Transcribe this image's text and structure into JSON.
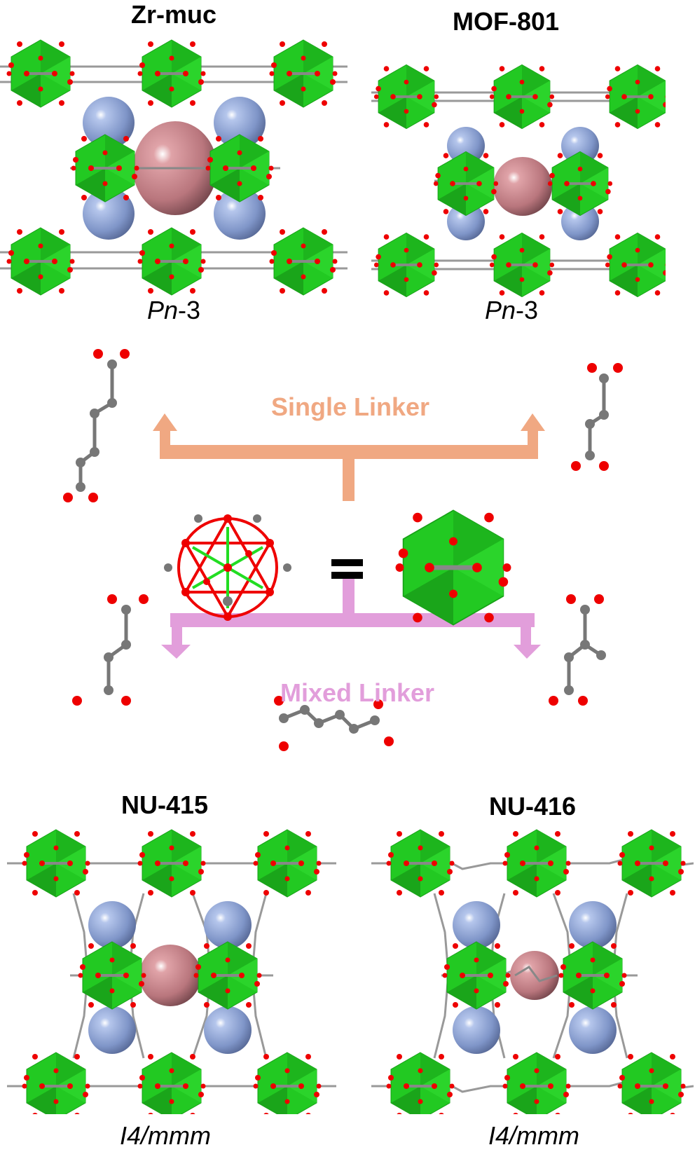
{
  "colors": {
    "zr_polyhedron": "#22c922",
    "zr_polyhedron_dark": "#1a9e1a",
    "oxygen": "#ee0000",
    "carbon": "#808080",
    "large_pore": "#c9848a",
    "small_pore": "#8fa6d6",
    "single_linker": "#f0a882",
    "mixed_linker": "#e29edb",
    "text": "#000000"
  },
  "panels": {
    "top_left": {
      "name": "Zr-muc",
      "space_group_prefix": "Pn",
      "space_group_suffix": "-3"
    },
    "top_right": {
      "name": "MOF-801",
      "space_group_prefix": "Pn",
      "space_group_suffix": "-3"
    },
    "bottom_left": {
      "name": "NU-415",
      "space_group_prefix": "I4/",
      "space_group_suffix": "mmm"
    },
    "bottom_right": {
      "name": "NU-416",
      "space_group_prefix": "I4/",
      "space_group_suffix": "mmm"
    }
  },
  "center": {
    "single_linker_label": "Single Linker",
    "mixed_linker_label": "Mixed Linker",
    "equals_sign": "="
  }
}
